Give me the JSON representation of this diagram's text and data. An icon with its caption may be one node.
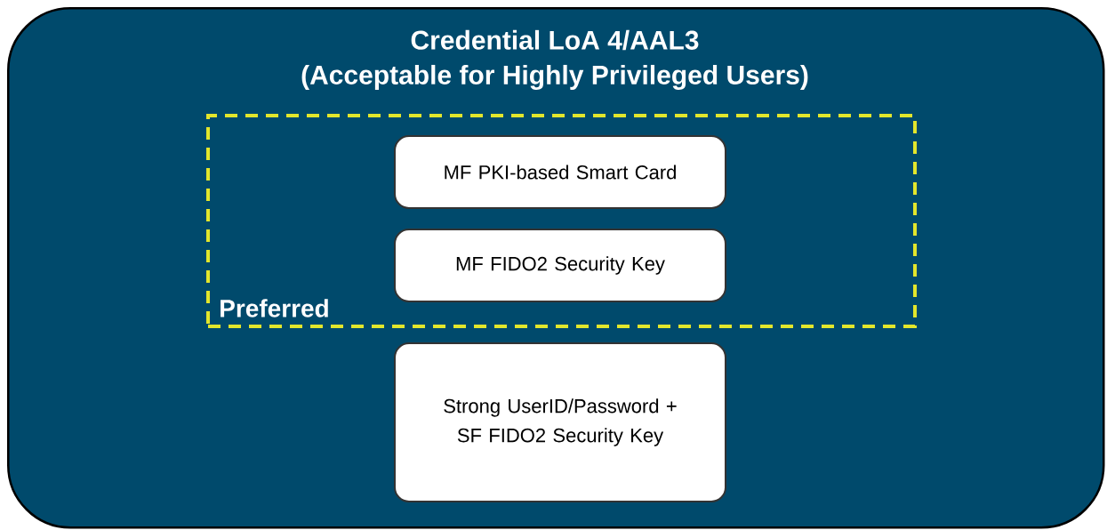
{
  "diagram": {
    "nodes": [
      {
        "text": [
          "Credential LoA 4/AAL3",
          "(Acceptable for Highly Privileged Users)"
        ]
      },
      {
        "text": [
          "Preferred"
        ],
        "in": 0
      },
      {
        "text": [
          "MF PKI-based Smart Card"
        ],
        "in": 1
      },
      {
        "text": [
          "MF FIDO2 Security Key"
        ],
        "in": 1
      },
      {
        "text": [
          "Strong UserID/Password + SF FIDO2 Security Key"
        ],
        "in": 0
      }
    ]
  }
}
